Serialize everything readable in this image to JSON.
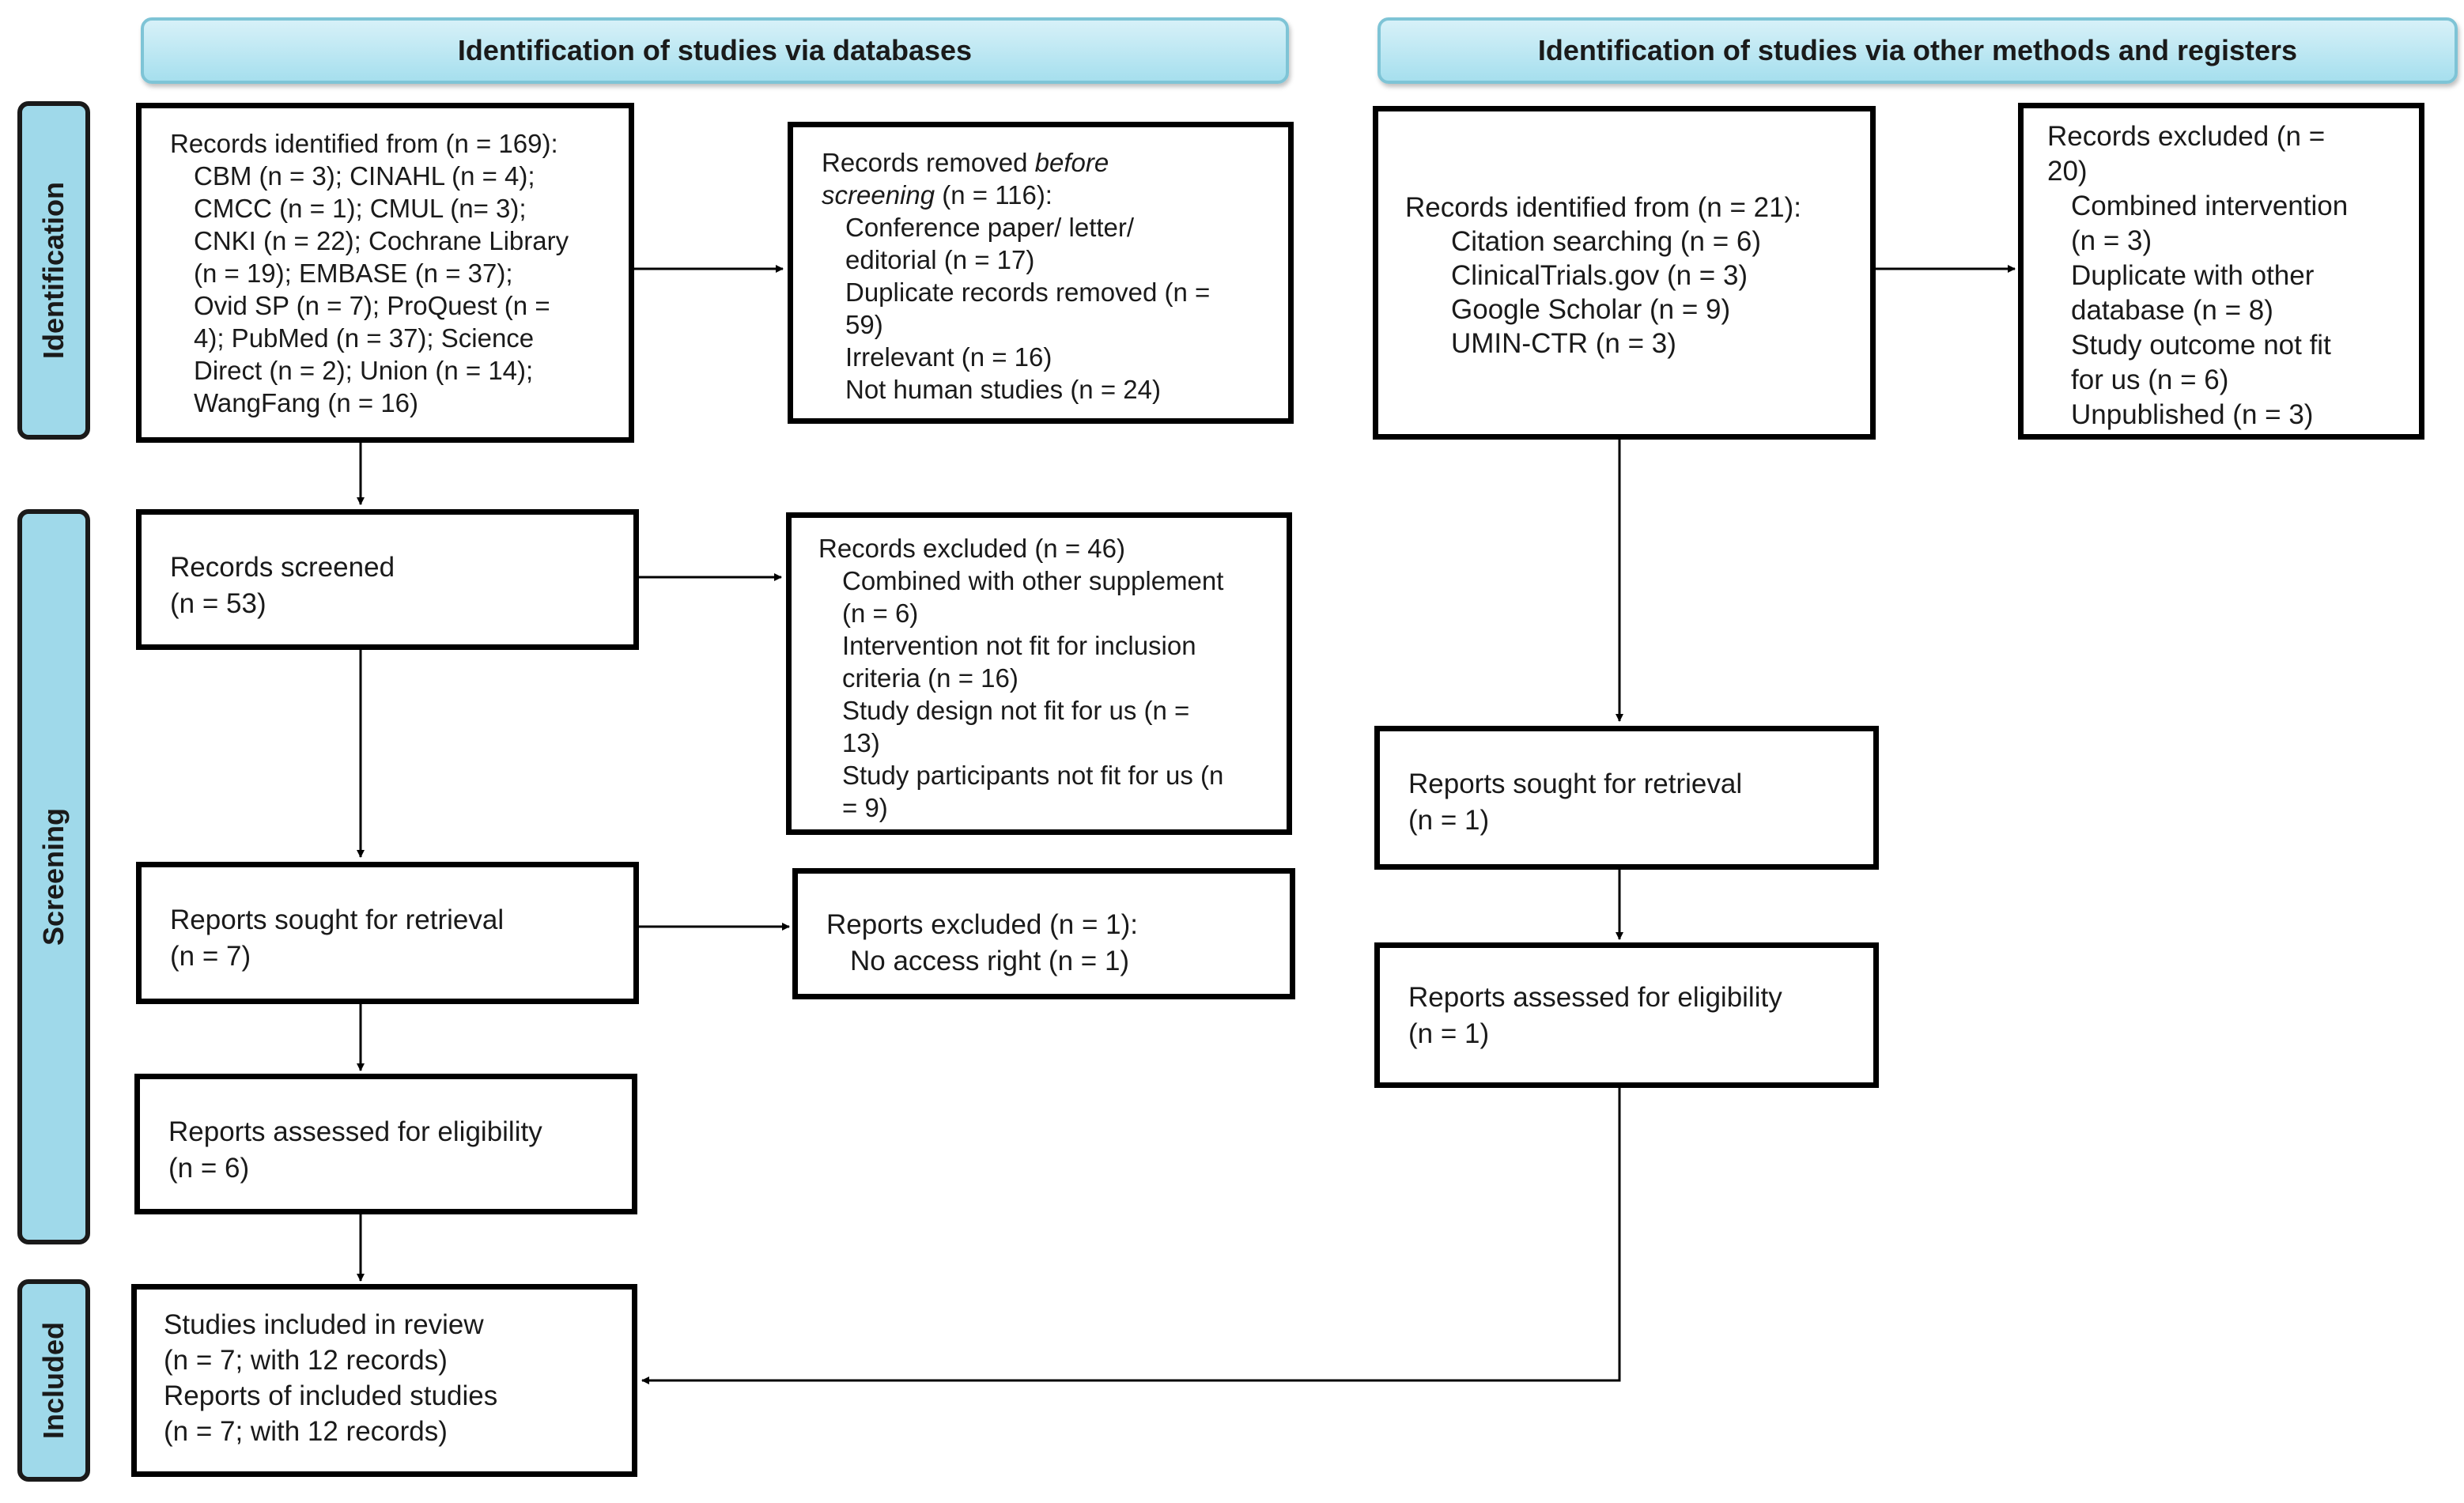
{
  "headers": {
    "databases": "Identification of studies via databases",
    "other": "Identification of studies via other methods and registers"
  },
  "phases": {
    "identification": "Identification",
    "screening": "Screening",
    "included": "Included"
  },
  "db": {
    "identified": {
      "title": "Records identified  from (n = 169):",
      "lines": [
        "CBM (n = 3); CINAHL (n = 4);",
        "CMCC (n = 1); CMUL (n= 3);",
        "CNKI (n = 22); Cochrane Library",
        "(n = 19); EMBASE (n = 37);",
        "Ovid SP (n = 7); ProQuest (n =",
        "4); PubMed (n = 37); Science",
        "Direct (n = 2); Union (n = 14);",
        "WangFang (n = 16)"
      ]
    },
    "removed": {
      "title_a": "Records removed ",
      "title_b": "before",
      "title_c": "screening",
      "title_d": " (n = 116):",
      "lines": [
        "Conference paper/ letter/",
        "editorial (n = 17)",
        "Duplicate records removed (n =",
        "59)",
        "Irrelevant (n = 16)",
        "Not human studies (n = 24)"
      ]
    },
    "screened": {
      "title": "Records screened",
      "n": "(n = 53)"
    },
    "excluded": {
      "title": "Records excluded (n = 46)",
      "lines": [
        "Combined with other supplement",
        "(n = 6)",
        "Intervention not fit for inclusion",
        "criteria (n = 16)",
        "Study design not fit for us (n =",
        "13)",
        "Study participants not fit for us (n",
        "= 9)"
      ]
    },
    "sought": {
      "title": "Reports sought for retrieval",
      "n": "(n = 7)"
    },
    "reports_excluded": {
      "title": "Reports excluded (n = 1):",
      "line": "No access right (n = 1)"
    },
    "assessed": {
      "title": "Reports assessed for eligibility",
      "n": "(n = 6)"
    },
    "included": {
      "lines": [
        "Studies included in review",
        "(n = 7; with 12 records)",
        "Reports of included studies",
        "(n = 7; with 12 records)"
      ]
    }
  },
  "other": {
    "identified": {
      "title": "Records identified from (n = 21):",
      "lines": [
        "Citation searching (n = 6)",
        "ClinicalTrials.gov (n = 3)",
        "Google Scholar (n = 9)",
        "UMIN-CTR (n = 3)"
      ]
    },
    "excluded": {
      "lines": [
        "Records excluded (n =",
        "20)",
        "Combined intervention",
        "(n = 3)",
        "Duplicate with other",
        "database (n = 8)",
        "Study outcome not fit",
        "for us (n = 6)",
        "Unpublished (n = 3)"
      ]
    },
    "sought": {
      "title": "Reports sought for retrieval",
      "n": "(n = 1)"
    },
    "assessed": {
      "title": "Reports assessed for eligibility",
      "n": "(n = 1)"
    }
  }
}
